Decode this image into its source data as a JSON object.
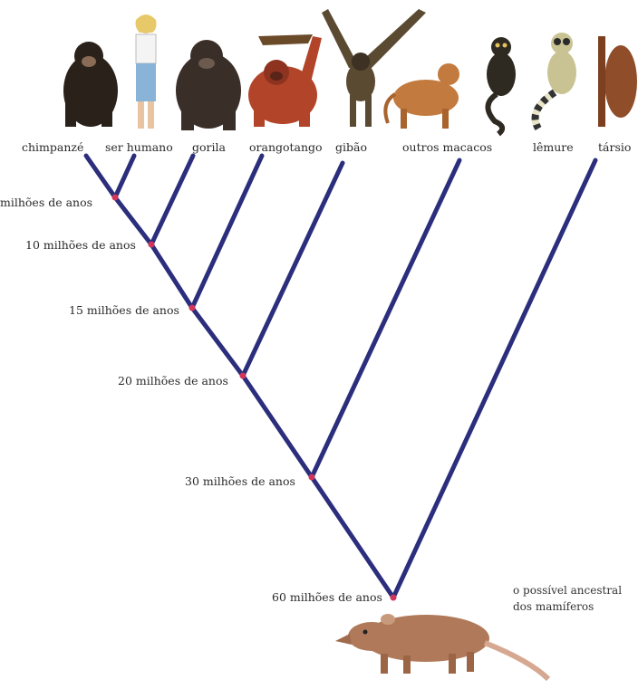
{
  "species": [
    {
      "id": "chimpanze",
      "label": "chimpanzé",
      "icon": "chimpanzee-icon"
    },
    {
      "id": "ser-humano",
      "label": "ser humano",
      "icon": "human-icon"
    },
    {
      "id": "gorila",
      "label": "gorila",
      "icon": "gorilla-icon"
    },
    {
      "id": "orangotango",
      "label": "orangotango",
      "icon": "orangutan-icon"
    },
    {
      "id": "gibao",
      "label": "gibão",
      "icon": "gibbon-icon"
    },
    {
      "id": "outros-macacos",
      "label": "outros macacos",
      "icon": "monkey-icon"
    },
    {
      "id": "lemure",
      "label": "lêmure",
      "icon": "lemur-icon"
    },
    {
      "id": "tarsio",
      "label": "társio",
      "icon": "tarsier-icon"
    }
  ],
  "divergences": [
    {
      "label": "milhões de anos"
    },
    {
      "label": "10 milhões de anos"
    },
    {
      "label": "15 milhões de anos"
    },
    {
      "label": "20 milhões de anos"
    },
    {
      "label": "30 milhões de anos"
    },
    {
      "label": "60 milhões de anos"
    }
  ],
  "ancestor": {
    "line1": "o possível ancestral",
    "line2": "dos mamíferos",
    "icon": "ancestral-mammal-icon"
  },
  "colors": {
    "branch": "#2b2e7c",
    "node": "#d2345a",
    "text": "#2a2a2a"
  }
}
